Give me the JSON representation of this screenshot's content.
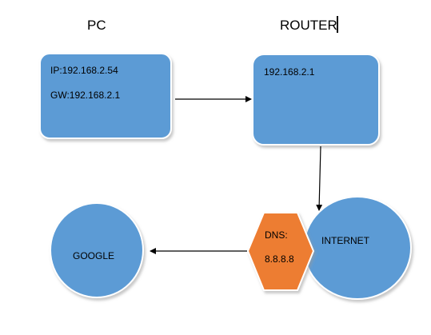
{
  "headings": {
    "pc": "PC",
    "router": "ROUTER"
  },
  "pc": {
    "ip": "IP:192.168.2.54",
    "gw": "GW:192.168.2.1"
  },
  "router": {
    "ip": "192.168.2.1"
  },
  "dns": {
    "label": "DNS:",
    "address": "8.8.8.8"
  },
  "internet": {
    "label": "INTERNET"
  },
  "google": {
    "label": "GOOGLE"
  },
  "colors": {
    "node_fill": "#5b9bd5",
    "node_stroke": "#41719c",
    "dns_fill": "#ed7d31",
    "dns_stroke": "#ae5a21",
    "arrow": "#000000"
  }
}
